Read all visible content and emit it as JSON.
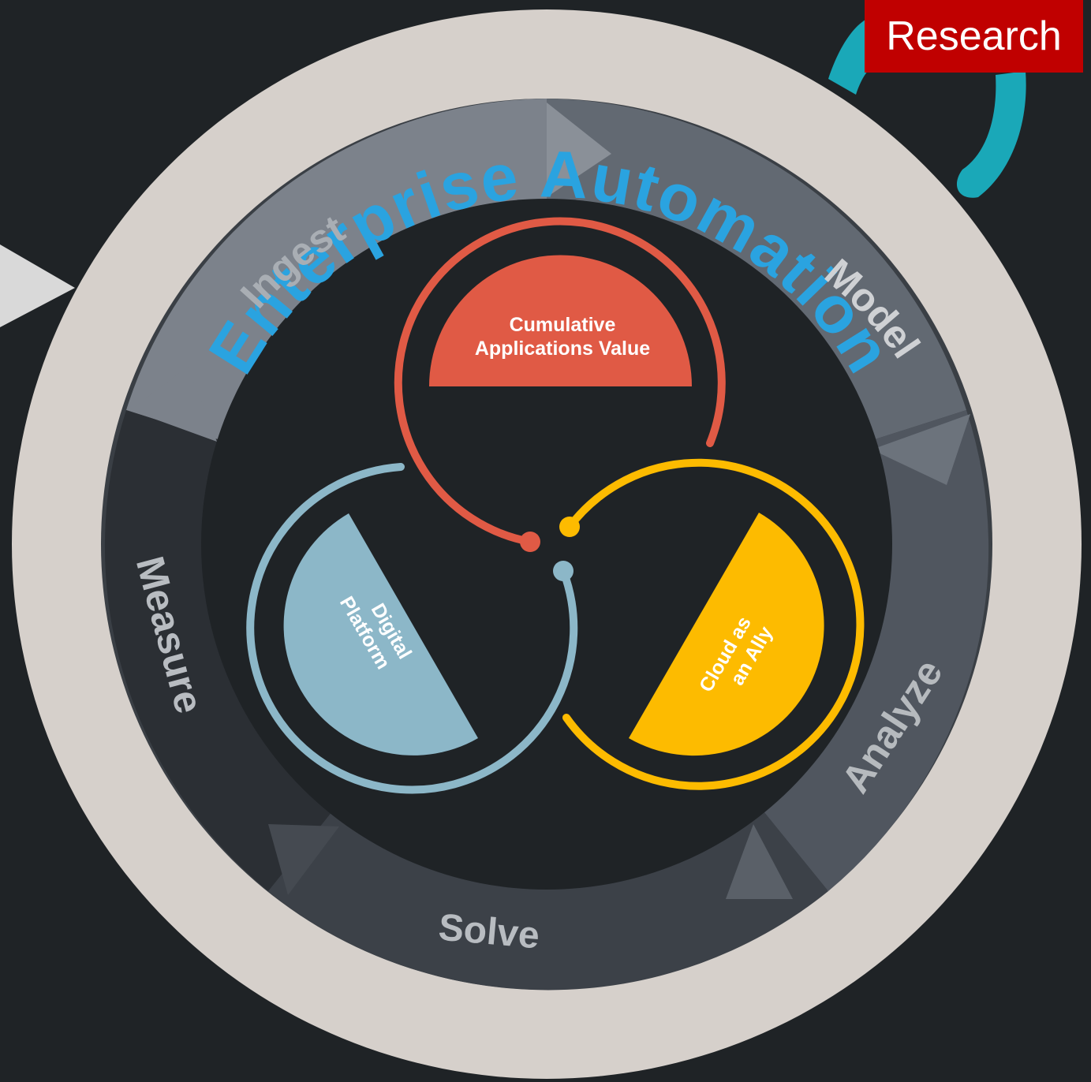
{
  "badge": {
    "label": "Research"
  },
  "title": "Enterprise Automation",
  "cycle_stages": [
    {
      "label": "Ingest"
    },
    {
      "label": "Model"
    },
    {
      "label": "Analyze"
    },
    {
      "label": "Solve"
    },
    {
      "label": "Measure"
    }
  ],
  "pillars": {
    "top": {
      "line1": "Cumulative",
      "line2": "Applications Value"
    },
    "left": {
      "line1": "Digital",
      "line2": "Platform"
    },
    "right": {
      "line1": "Cloud as",
      "line2": "an Ally"
    }
  },
  "colors": {
    "background": "#1f2326",
    "outer_ring": "#d6d0cb",
    "title": "#2aa3e0",
    "badge": "#c00000",
    "red": "#e05a45",
    "blue": "#8cb7c8",
    "yellow": "#fdbb00",
    "inner_disk": "#1f2326",
    "hook": "#1aa8b8"
  },
  "icons": [
    "teal-hook-graphic",
    "pointer-triangle"
  ]
}
